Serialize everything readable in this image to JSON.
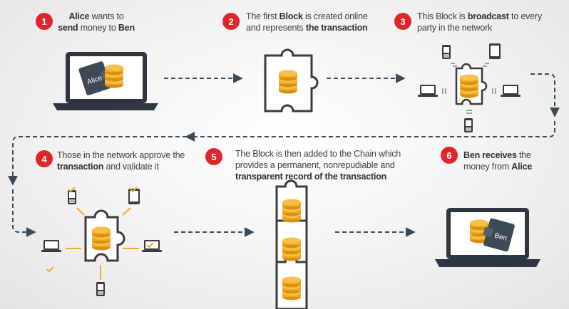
{
  "colors": {
    "accent": "#e0262b",
    "gold": "#f2a81d",
    "dark": "#3d4a55",
    "puzzle": "#3b3b3b"
  },
  "steps": [
    {
      "number": "1",
      "parts": [
        {
          "b": true,
          "t": "Alice"
        },
        {
          "b": false,
          "t": " wants to"
        },
        {
          "br": true
        },
        {
          "b": true,
          "t": "send"
        },
        {
          "b": false,
          "t": " money to "
        },
        {
          "b": true,
          "t": "Ben"
        }
      ]
    },
    {
      "number": "2",
      "parts": [
        {
          "b": false,
          "t": "The first "
        },
        {
          "b": true,
          "t": "Block"
        },
        {
          "b": false,
          "t": " is created online"
        },
        {
          "br": true
        },
        {
          "b": false,
          "t": "and represents "
        },
        {
          "b": true,
          "t": "the transaction"
        }
      ]
    },
    {
      "number": "3",
      "parts": [
        {
          "b": false,
          "t": "This Block is "
        },
        {
          "b": true,
          "t": "broadcast"
        },
        {
          "b": false,
          "t": " to every"
        },
        {
          "br": true
        },
        {
          "b": false,
          "t": "party in the network"
        }
      ]
    },
    {
      "number": "4",
      "parts": [
        {
          "b": false,
          "t": "Those in the network approve the"
        },
        {
          "br": true
        },
        {
          "b": true,
          "t": "transaction"
        },
        {
          "b": false,
          "t": " and validate it"
        }
      ]
    },
    {
      "number": "5",
      "parts": [
        {
          "b": false,
          "t": "The Block is then added to the Chain which"
        },
        {
          "br": true
        },
        {
          "b": false,
          "t": "provides a permanent, nonrepudiable and"
        },
        {
          "br": true
        },
        {
          "b": true,
          "t": "transparent record of the transaction"
        }
      ]
    },
    {
      "number": "6",
      "parts": [
        {
          "b": true,
          "t": "Ben receives"
        },
        {
          "b": false,
          "t": " the"
        },
        {
          "br": true
        },
        {
          "b": false,
          "t": "money from "
        },
        {
          "b": true,
          "t": "Alice"
        }
      ]
    }
  ],
  "wallets": {
    "sender": "Alice",
    "receiver": "Ben"
  },
  "icons": [
    "laptop-icon",
    "wallet-icon",
    "coin-stack-icon",
    "puzzle-block-icon",
    "phone-icon",
    "tablet-icon",
    "checkmark-icon",
    "dashed-arrow"
  ]
}
